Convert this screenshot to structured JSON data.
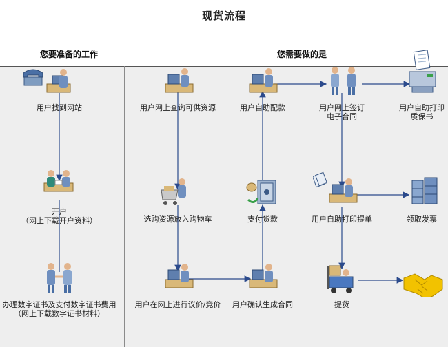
{
  "title": "现货流程",
  "sections": {
    "left_heading": "您要准备的工作",
    "right_heading": "您需要做的是"
  },
  "steps": {
    "find_site": "用户找到网站",
    "open_account_1": "开户",
    "open_account_2": "（网上下载开户资料）",
    "cert_1": "办理数字证书及支付数字证书费用",
    "cert_2": "（网上下载数字证书材料）",
    "query": "用户网上查询可供资源",
    "cart": "选购资源放入购物车",
    "negotiate": "用户在网上进行议价/竞价",
    "match": "用户自助配款",
    "pay": "支付货款",
    "confirm": "用户确认生成合同",
    "sign_1": "用户网上签订",
    "sign_2": "电子合同",
    "print_bill": "用户自助打印提单",
    "pickup": "提货",
    "print_cert_1": "用户自助打印",
    "print_cert_2": "质保书",
    "invoice": "领取发票"
  }
}
